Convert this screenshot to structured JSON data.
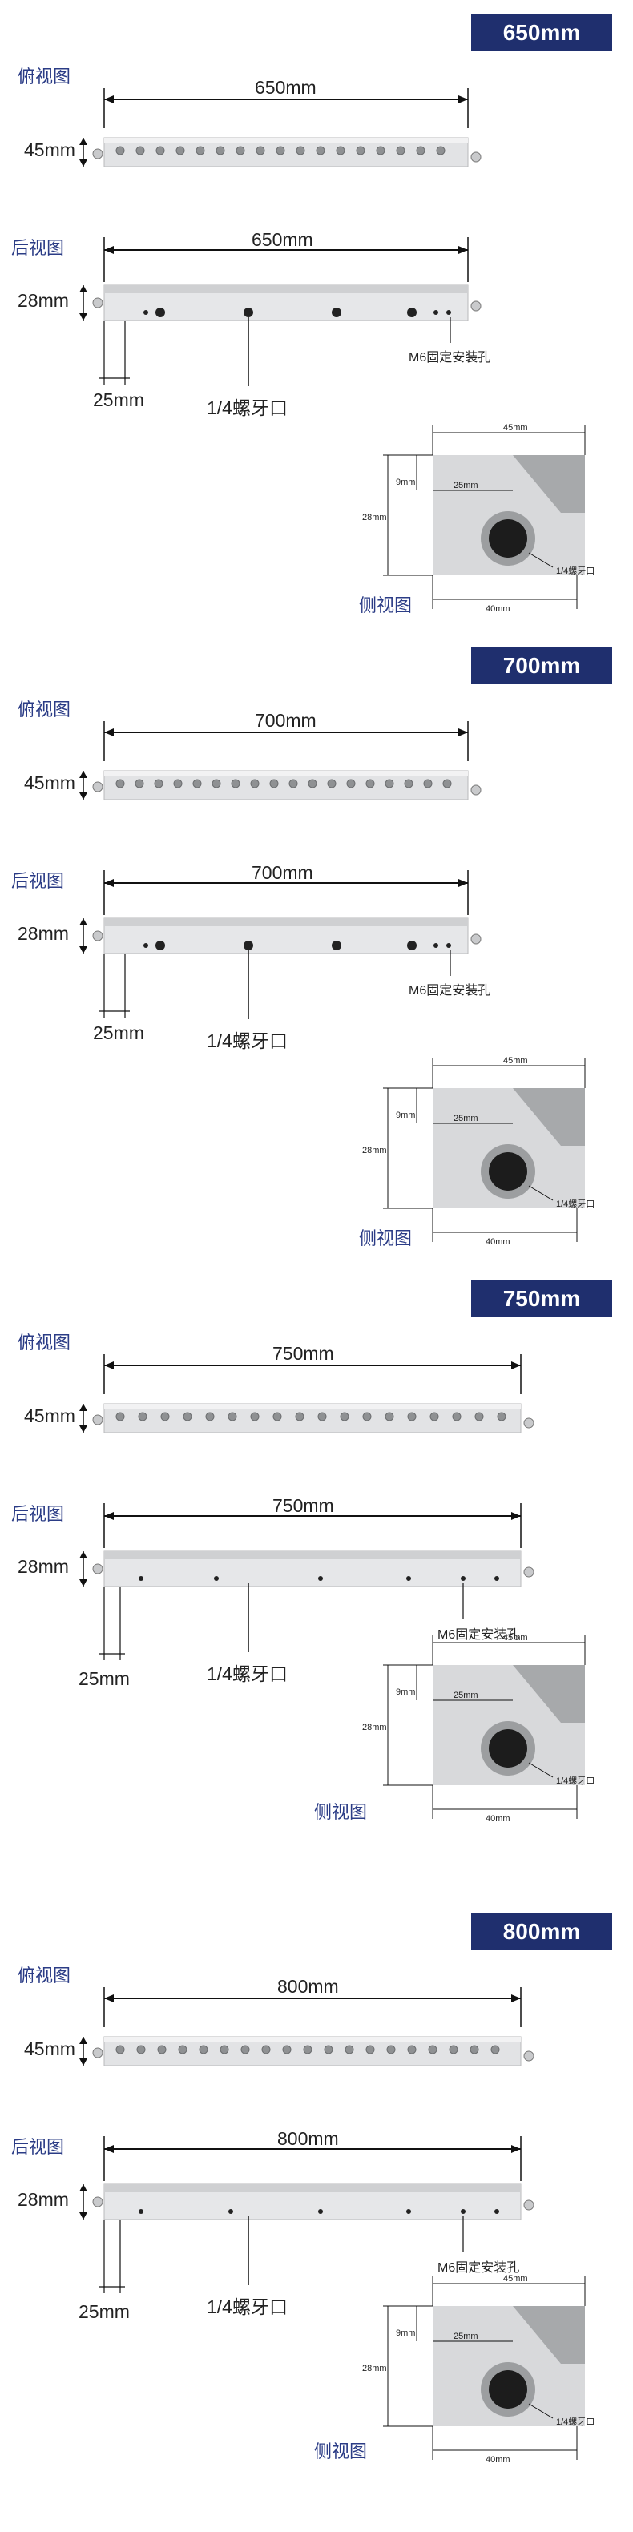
{
  "labels": {
    "top_view": "俯视图",
    "rear_view": "后视图",
    "side_view": "侧视图",
    "thread_hole": "1/4螺牙口",
    "mount_hole": "M6固定安装孔",
    "offset": "25mm",
    "top_height": "45mm",
    "rear_height": "28mm",
    "xs_width": "45mm",
    "xs_height": "28mm",
    "xs_top": "9mm",
    "xs_inner": "25mm",
    "xs_bottom": "40mm",
    "xs_thread": "1/4螺牙口"
  },
  "sections": [
    {
      "badge": "650mm",
      "length": "650mm"
    },
    {
      "badge": "700mm",
      "length": "700mm"
    },
    {
      "badge": "750mm",
      "length": "750mm"
    },
    {
      "badge": "800mm",
      "length": "800mm"
    }
  ]
}
